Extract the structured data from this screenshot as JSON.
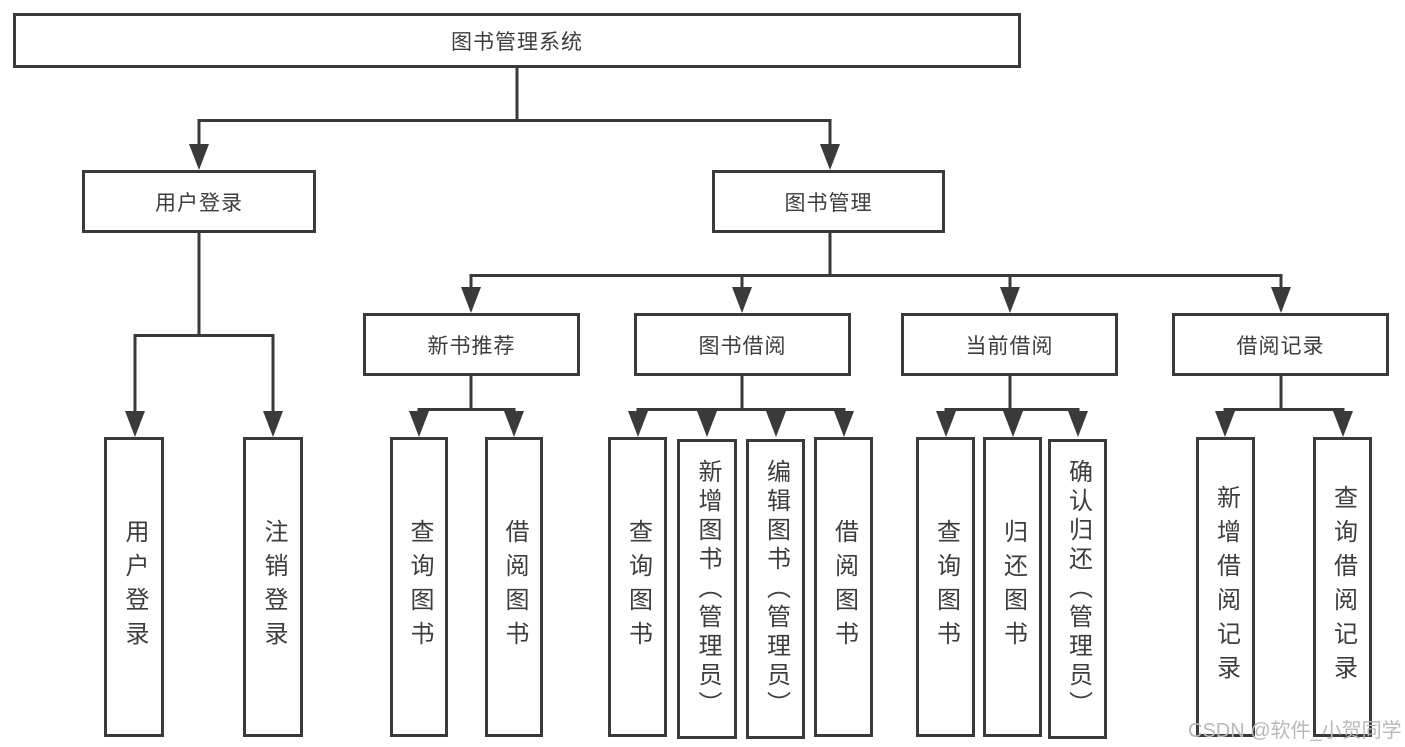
{
  "diagram": {
    "root": "图书管理系统",
    "level2": [
      "用户登录",
      "图书管理"
    ],
    "level3": [
      "新书推荐",
      "图书借阅",
      "当前借阅",
      "借阅记录"
    ],
    "leaves": {
      "user_login": [
        "用户登录",
        "注销登录"
      ],
      "new_book_rec": [
        "查询图书",
        "借阅图书"
      ],
      "book_borrow": [
        "查询图书",
        "新增图书（管理员）",
        "编辑图书（管理员）",
        "借阅图书"
      ],
      "current_borrow": [
        "查询图书",
        "归还图书",
        "确认归还（管理员）"
      ],
      "borrow_records": [
        "新增借阅记录",
        "查询借阅记录"
      ]
    }
  },
  "watermark": {
    "text": "CSDN @软件_小贺同学"
  },
  "colors": {
    "line": "#3a3a3a",
    "box_border": "#3a3a3a",
    "box_bg": "#ffffff",
    "text": "#3d3d3d",
    "watermark": "#b9b9b9"
  }
}
